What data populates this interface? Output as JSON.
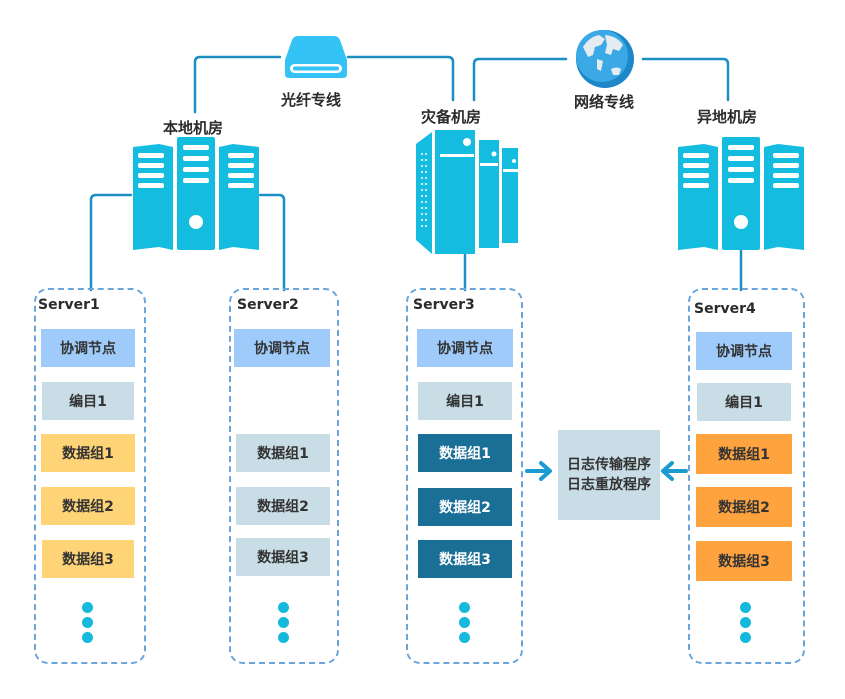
{
  "links": {
    "fiber": {
      "label": "光纤专线",
      "icon": "fiber-drive-icon"
    },
    "network": {
      "label": "网络专线",
      "icon": "globe-icon"
    }
  },
  "rooms": [
    {
      "label": "本地机房",
      "icon": "server-rack-icon"
    },
    {
      "label": "灾备机房",
      "icon": "tower-server-icon"
    },
    {
      "label": "异地机房",
      "icon": "server-rack-icon"
    }
  ],
  "servers": [
    {
      "title": "Server1",
      "blocks": [
        "协调节点",
        "编目1",
        "数据组1",
        "数据组2",
        "数据组3"
      ]
    },
    {
      "title": "Server2",
      "blocks": [
        "协调节点",
        "数据组1",
        "数据组2",
        "数据组3"
      ]
    },
    {
      "title": "Server3",
      "blocks": [
        "协调节点",
        "编目1",
        "数据组1",
        "数据组2",
        "数据组3"
      ]
    },
    {
      "title": "Server4",
      "blocks": [
        "协调节点",
        "编目1",
        "数据组1",
        "数据组2",
        "数据组3"
      ]
    }
  ],
  "log_process": {
    "line1": "日志传输程序",
    "line2": "日志重放程序"
  },
  "colors": {
    "line": "#1b8fc4",
    "icon": "#14bde0",
    "coordinator": "#9ecbf9",
    "catalog": "#c8dde5",
    "local_data": "#ffd477",
    "backup_data": "#c8dde5",
    "dr_data": "#1a6f96",
    "remote_data": "#ffa33f",
    "dashed_border": "#6aa6dc"
  }
}
